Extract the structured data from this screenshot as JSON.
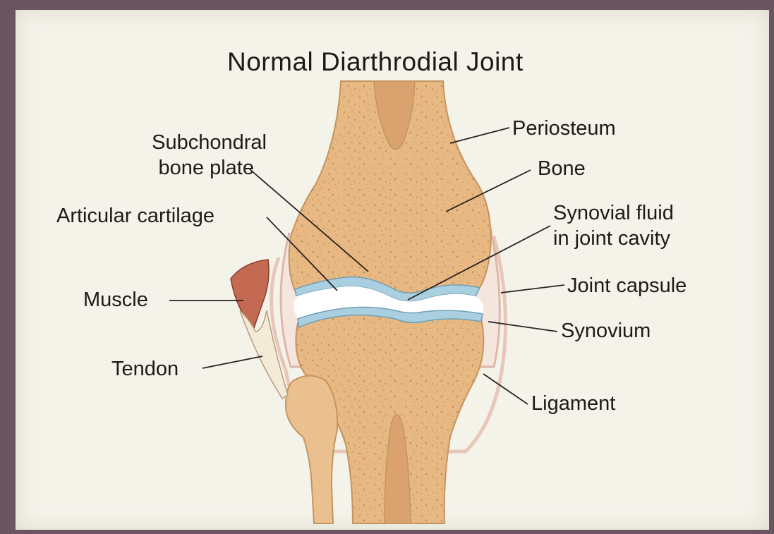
{
  "title": "Normal Diarthrodial Joint",
  "labels": {
    "subchondral_line1": "Subchondral",
    "subchondral_line2": "bone plate",
    "articular_cartilage": "Articular cartilage",
    "muscle": "Muscle",
    "tendon": "Tendon",
    "periosteum": "Periosteum",
    "bone": "Bone",
    "synovial_line1": "Synovial fluid",
    "synovial_line2": "in joint cavity",
    "joint_capsule": "Joint capsule",
    "synovium": "Synovium",
    "ligament": "Ligament"
  },
  "colors": {
    "bone": "#e7b882",
    "bone_speckle": "#b88a5a",
    "cartilage": "#a9cfe0",
    "marrow": "#d9a26e",
    "synovial_fluid": "#ffffff",
    "capsule": "#efd2c8",
    "muscle": "#c46a52",
    "background": "#f4f3ea",
    "frame": "#6a5660"
  }
}
